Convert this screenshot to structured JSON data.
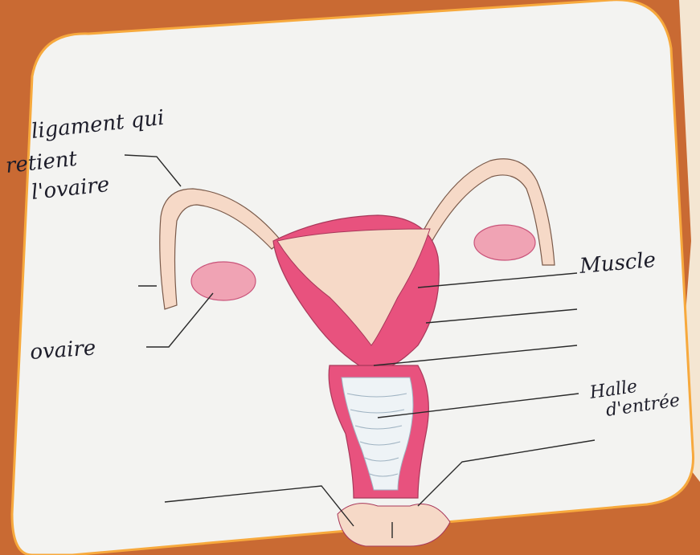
{
  "colors": {
    "background": "#c96a33",
    "paper": "#f3f3f1",
    "tissue_pink": "#e8527e",
    "tissue_light": "#f6d9c7",
    "ink": "#1d1d2a"
  },
  "labels": {
    "ligament": [
      "ligament qui",
      "retient",
      "l'ovaire"
    ],
    "ovary": "ovaire",
    "muscle": "Muscle",
    "entrance": [
      "Halle",
      "d'entrée"
    ]
  },
  "blank_label_lines": 5
}
